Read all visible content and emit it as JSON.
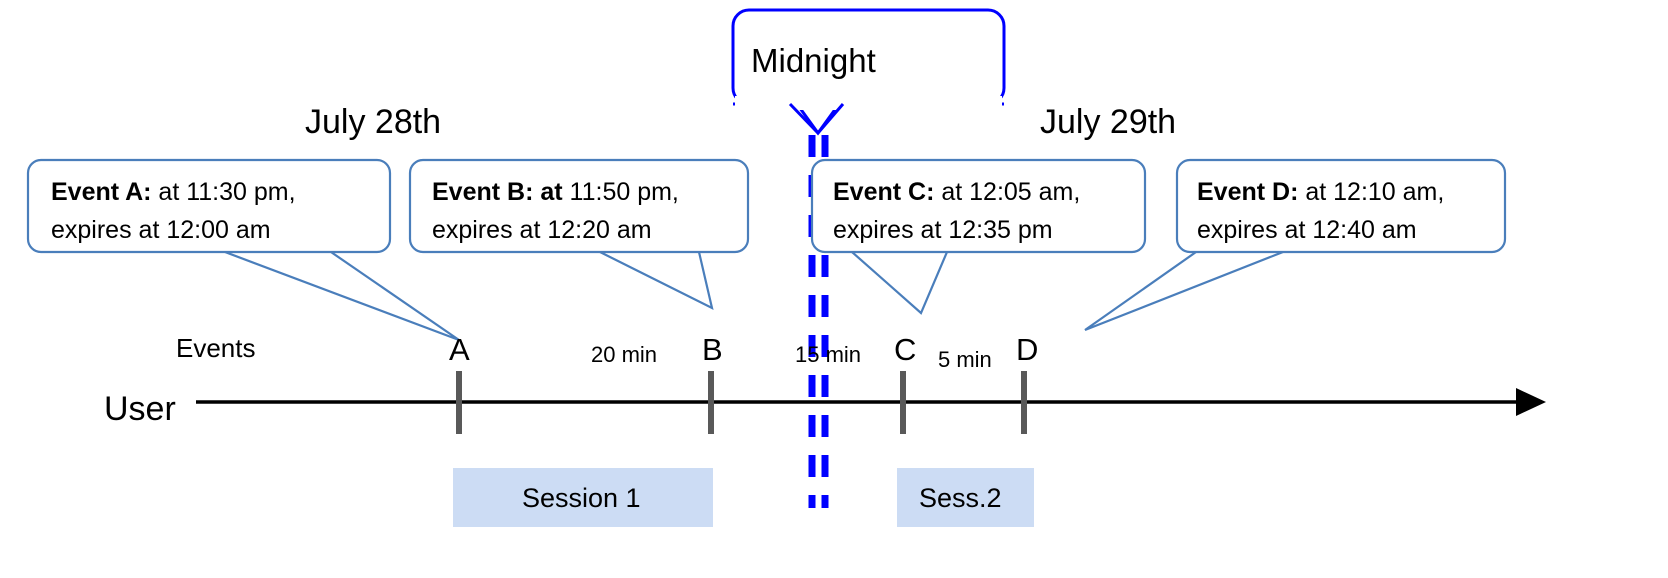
{
  "diagram": {
    "title_callout": {
      "label": "Midnight",
      "border_color": "#0000ff"
    },
    "day_labels": [
      {
        "name": "day-label-left",
        "text": "July 28th"
      },
      {
        "name": "day-label-right",
        "text": "July 29th"
      }
    ],
    "row_labels": {
      "events": "Events",
      "user": "User"
    },
    "event_callouts": [
      {
        "id": "event-a",
        "strong": "Event A:",
        "line1_rest": " at 11:30 pm,",
        "line2": "expires at 12:00 am",
        "bold_includes_at": false
      },
      {
        "id": "event-b",
        "strong": "Event B: at",
        "line1_rest": " 11:50 pm,",
        "line2": "expires at 12:20 am",
        "bold_includes_at": true
      },
      {
        "id": "event-c",
        "strong": "Event C:",
        "line1_rest": " at 12:05 am,",
        "line2": "expires at 12:35 pm",
        "bold_includes_at": false
      },
      {
        "id": "event-d",
        "strong": "Event D:",
        "line1_rest": "  at 12:10 am,",
        "line2": "expires at 12:40 am",
        "bold_includes_at": false
      }
    ],
    "event_markers": [
      {
        "id": "marker-a",
        "letter": "A"
      },
      {
        "id": "marker-b",
        "letter": "B"
      },
      {
        "id": "marker-c",
        "letter": "C"
      },
      {
        "id": "marker-d",
        "letter": "D"
      }
    ],
    "intervals": [
      {
        "id": "interval-ab",
        "text": "20 min"
      },
      {
        "id": "interval-bc",
        "text": "15 min"
      },
      {
        "id": "interval-cd",
        "text": "5 min"
      }
    ],
    "sessions": [
      {
        "id": "session-1",
        "label": "Session 1",
        "fill": "#ccdcf4"
      },
      {
        "id": "session-2",
        "label": "Sess.2",
        "fill": "#ccdcf4"
      }
    ],
    "colors": {
      "callout_border": "#4a7ebb",
      "midnight_blue": "#0000ff",
      "session_fill": "#ccdcf4",
      "tick_gray": "#595959",
      "axis_black": "#000000"
    }
  }
}
